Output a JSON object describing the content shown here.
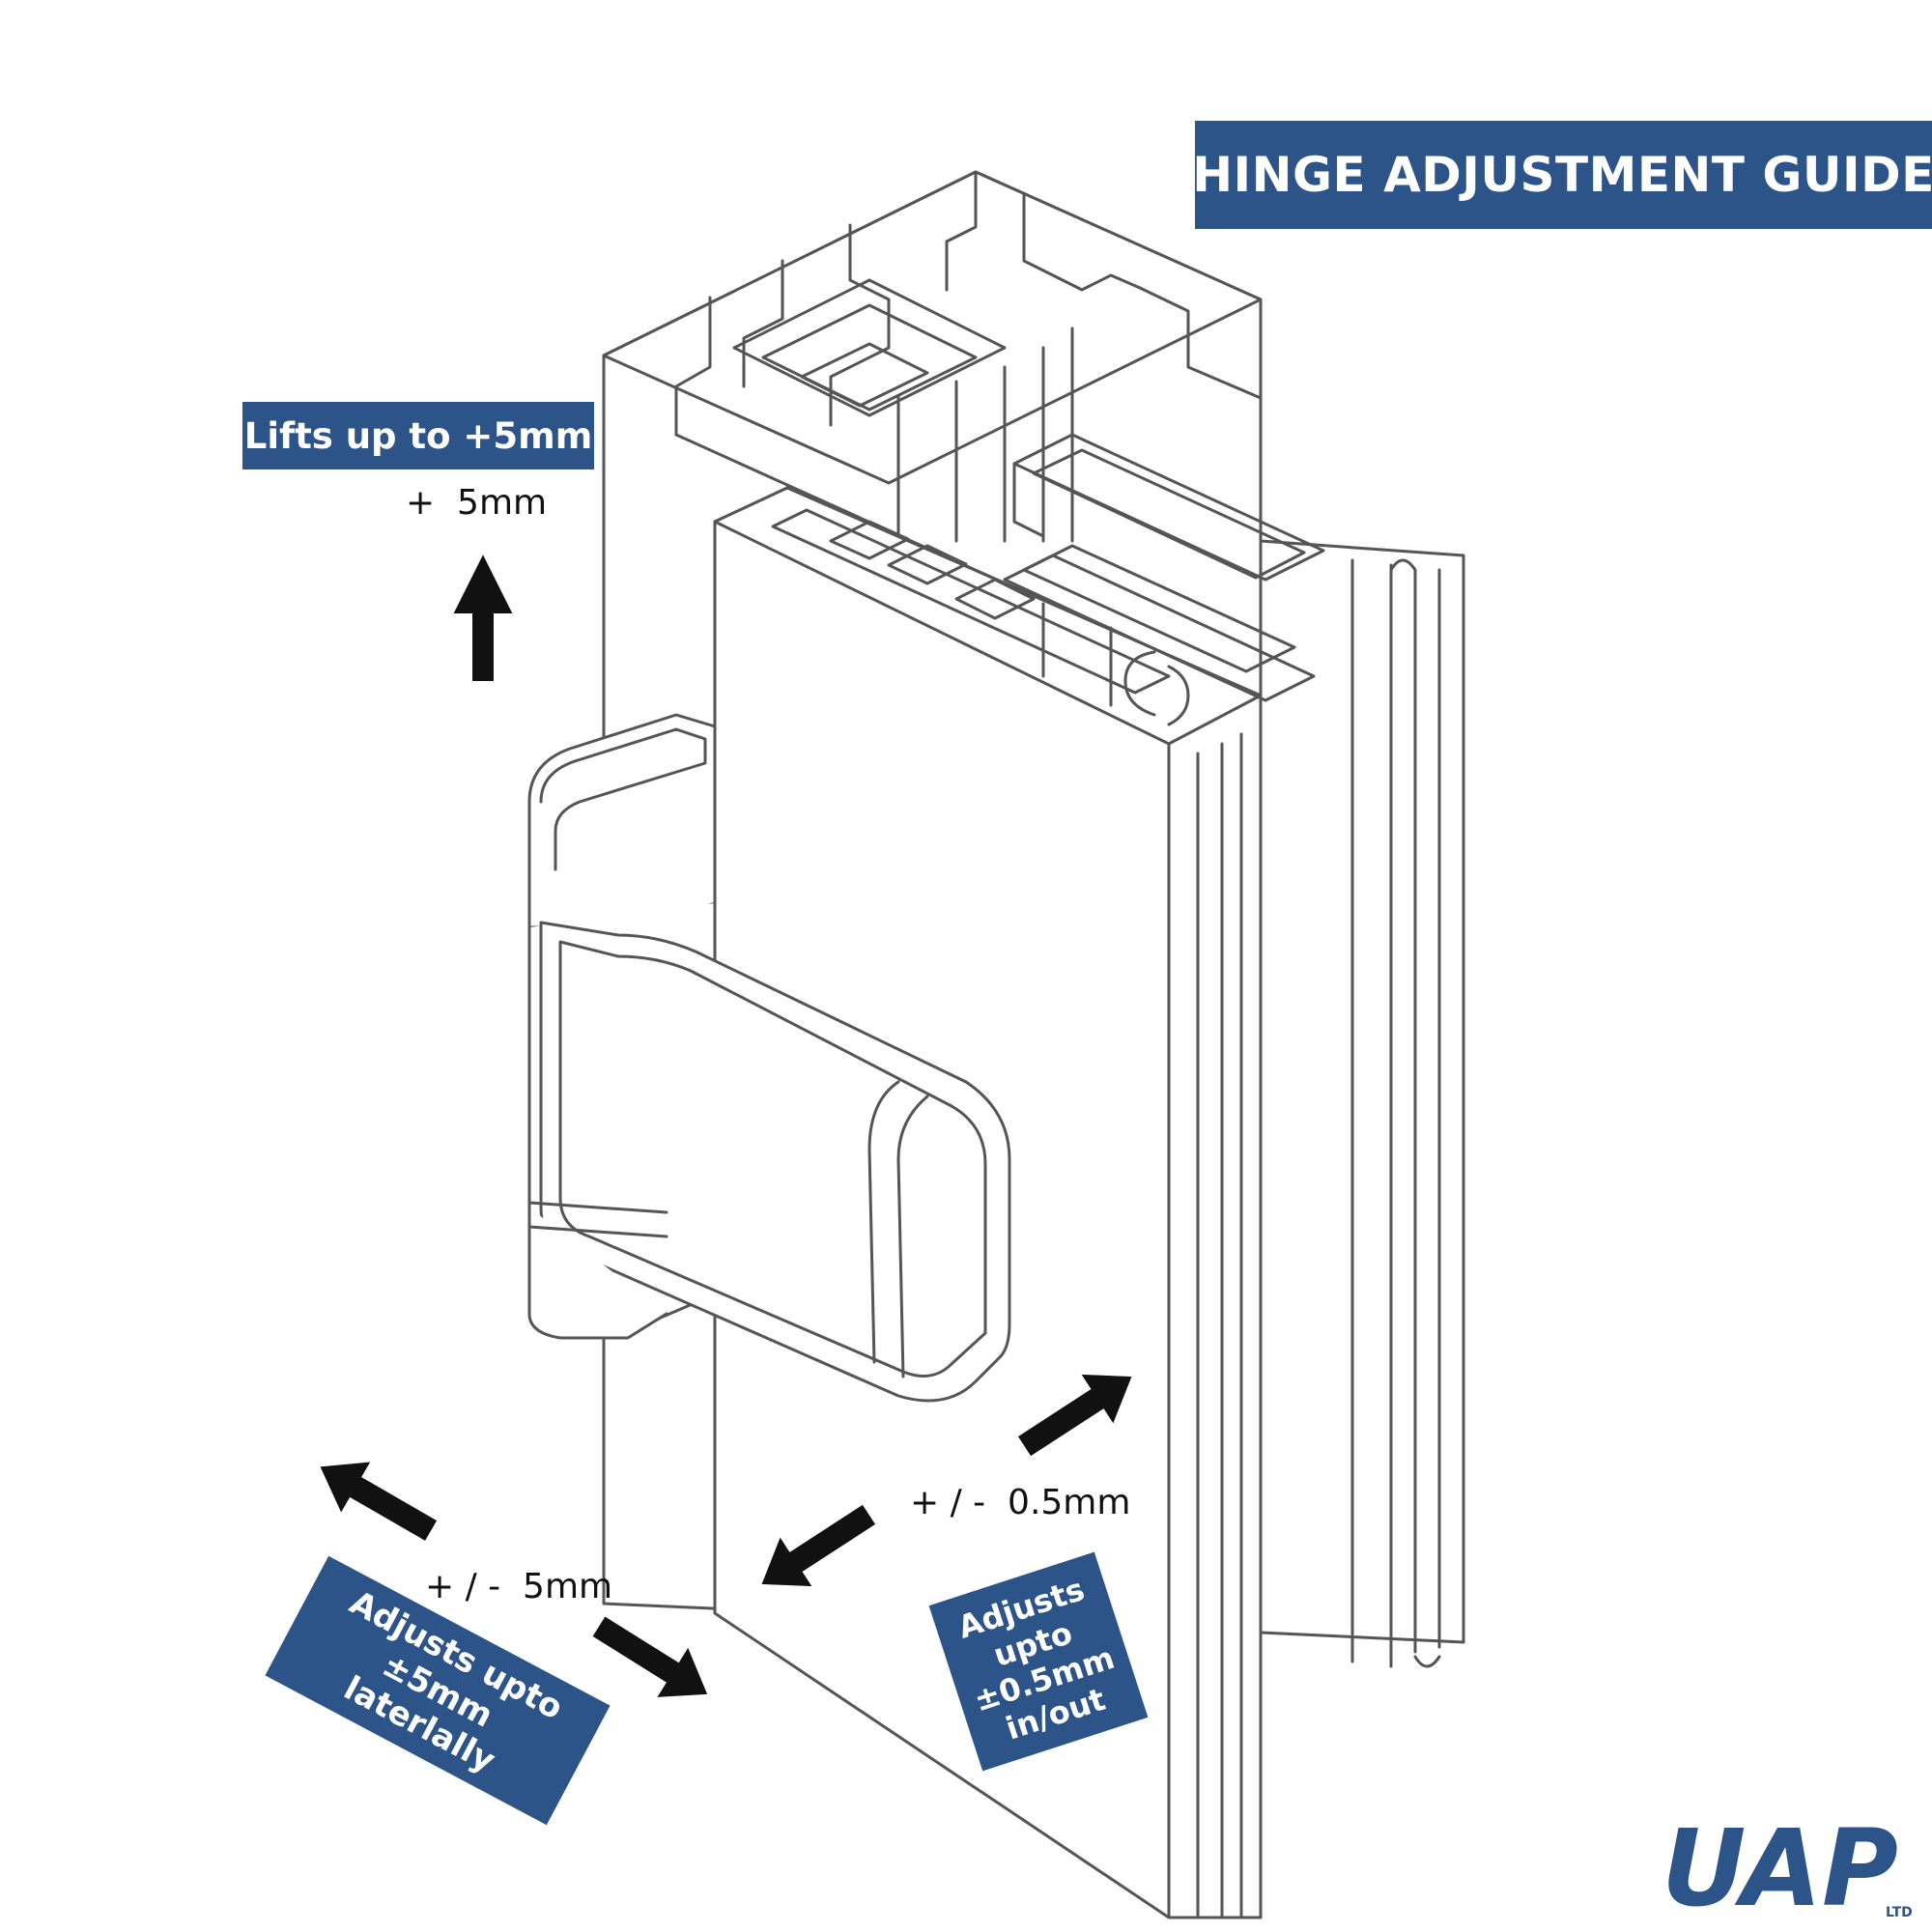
{
  "title": "HINGE ADJUSTMENT GUIDE",
  "lift": {
    "banner": "Lifts up to +5mm",
    "measure": "+  5mm"
  },
  "in_out": {
    "measure": "+ / -  0.5mm",
    "box_lines": [
      "Adjusts",
      "upto",
      "±0.5mm",
      "in/out"
    ]
  },
  "lateral": {
    "measure": "+ / -  5mm",
    "box_lines": [
      "Adjusts upto ±5mm",
      "laterlally"
    ]
  },
  "logo": {
    "text": "UAP",
    "suffix": "LTD"
  },
  "colors": {
    "banner": "#2d5489",
    "banner_text": "#ffffff",
    "line": "#555555",
    "arrow": "#111111"
  },
  "icons": {
    "lift_arrow": "arrow-up-icon",
    "in_out_arrows": [
      "arrow-inward-icon",
      "arrow-outward-icon"
    ],
    "lateral_arrows": [
      "arrow-left-icon",
      "arrow-right-icon"
    ]
  }
}
